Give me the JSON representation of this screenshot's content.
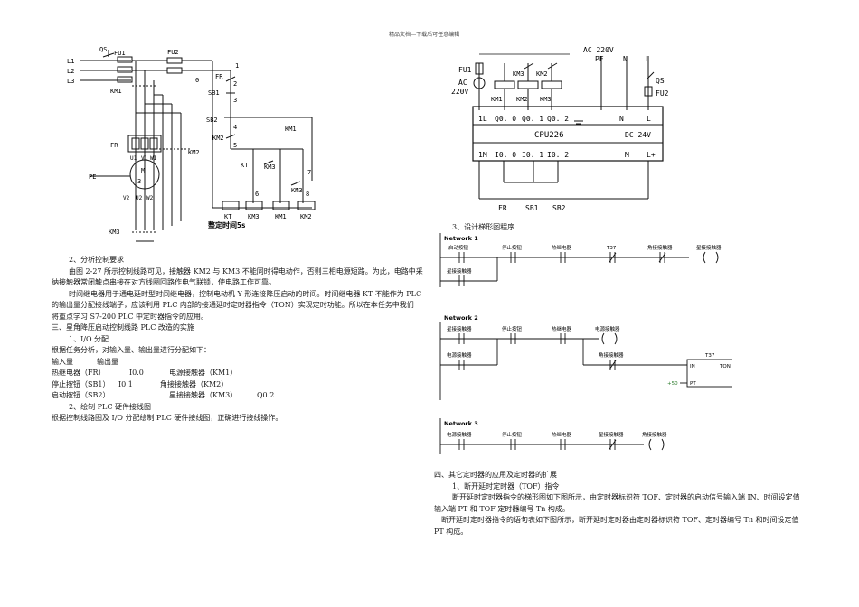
{
  "header": "精品文档---下载后可任意编辑",
  "circuit": {
    "labels": {
      "qs": "QS",
      "fu1": "FU1",
      "fu2": "FU2",
      "l1": "L1",
      "l2": "L2",
      "l3": "L3",
      "km1": "KM1",
      "zero": "0",
      "fr": "FR",
      "sb1": "SB1",
      "sb2": "SB2",
      "km2": "KM2",
      "km1b": "KM1",
      "kt": "KT",
      "km3": "KM3",
      "n1": "1",
      "n2": "2",
      "n3": "3",
      "n4": "4",
      "n5": "5",
      "n6": "6",
      "n7": "7",
      "n8": "8",
      "pe": "PE",
      "m": "M",
      "three": "3",
      "u1": "U1",
      "v1": "V1",
      "w1": "W1",
      "v2": "V2",
      "u2": "U2",
      "w2": "W2",
      "km2m": "KM2",
      "km3m": "KM3",
      "fr_box": "FR",
      "coil_kt": "KT",
      "coil_km3": "KM3",
      "coil_km1": "KM1",
      "coil_km2": "KM2",
      "timer_note": "整定时间5s"
    }
  },
  "plc": {
    "ac_top": "AC  220V",
    "pe": "PE",
    "n": "N",
    "l": "L",
    "qs": "QS",
    "fu2": "FU2",
    "fu1": "FU1",
    "ac": "AC",
    "v220": "220V",
    "km3": "KM3",
    "km2": "KM2",
    "km1": "KM1",
    "km2b": "KM2",
    "km3b": "KM3",
    "out_terms": [
      "1L",
      "Q0. 0",
      "Q0. 1",
      "Q0. 2",
      "•",
      "•",
      "•",
      "N",
      "L"
    ],
    "cpu": "CPU226",
    "in_terms": [
      "1M",
      "I0. 0",
      "I0. 1",
      "I0. 2",
      "•",
      "•",
      "•",
      "M",
      "L+"
    ],
    "dc": "DC  24V",
    "fr": "FR",
    "sb1": "SB1",
    "sb2": "SB2"
  },
  "left_text": {
    "s2_title": "2、分析控制要求",
    "p1a": "由图 2-27 所示控制线路可见，接触器 KM2 与 KM3 不能同时得电动作，否则三相电源短路。为此，电路中采",
    "p1b": "纳接触器常闭触点串接在对方线圈回路作电气联锁，使电路工作可靠。",
    "p2a": "时间继电器用于通电延时型时间继电器，控制电动机 Y 形连接降压启动的时间。时间继电器 KT 不能作为 PLC",
    "p2b": "的输出量分配接线端子，应该利用 PLC 内部的接通延时定时器指令（TON）实现定时功能。所以在本任务中我们",
    "p2c": "将重点学习 S7-200 PLC 中定时器指令的应用。",
    "s3_title": "三、星角降压启动控制线路 PLC 改造的实施",
    "io_title": "1、I/O 分配",
    "io_intro": "根据任务分析，对输入量、输出量进行分配如下：",
    "io_rows": [
      [
        "输入量",
        "",
        "输出量",
        ""
      ],
      [
        "热继电器（FR）",
        "I0.0",
        "电源接触器（KM1）",
        ""
      ],
      [
        "停止按钮（SB1）",
        "I0.1",
        "角接接触器（KM2）",
        ""
      ],
      [
        "启动按钮（SB2）",
        "",
        "星接接触器（KM3）",
        "Q0.2"
      ]
    ],
    "hw_title": "2、绘制 PLC 硬件接线图",
    "hw_text": "根据控制线路图及 I/O 分配绘制 PLC 硬件接线图，正确进行接线操作。"
  },
  "right_text": {
    "ladder_title": "3、设计梯形图程序",
    "s4_title": "四、其它定时器的应用及定时器的扩展",
    "tof_title": "1、断开延时定时器（TOF）指令",
    "p1a": "断开延时定时器指令的梯形图如下图所示，由定时器标识符 TOF、定时器的启动信号输入端 IN、时间设定值",
    "p1b": "输入端 PT 和 TOF 定时器编号 Tn 构成。",
    "p2a": "断开延时定时器指令的语句表如下图所示，断开延时定时器由定时器标识符 TOF、定时器编号 Tn 和时间设定值",
    "p2b": "PT 构成。"
  },
  "ladder": {
    "networks": [
      {
        "title": "Network 1",
        "row1": [
          "启动按钮",
          "停止按钮",
          "热继电器",
          "T37",
          "角接接触器",
          "星接接触器"
        ],
        "row2": [
          "星接接触器"
        ]
      },
      {
        "title": "Network 2",
        "row1": [
          "星接接触器",
          "停止按钮",
          "热继电器",
          "电源接触器"
        ],
        "row2": [
          "电源接触器",
          "角接接触器"
        ],
        "timer": {
          "name": "T37",
          "type": "TON",
          "in": "IN",
          "pt": "PT",
          "preset": "+50"
        }
      },
      {
        "title": "Network 3",
        "row1": [
          "电源接触器",
          "停止按钮",
          "热继电器",
          "星接接触器",
          "角接接触器"
        ]
      }
    ]
  }
}
